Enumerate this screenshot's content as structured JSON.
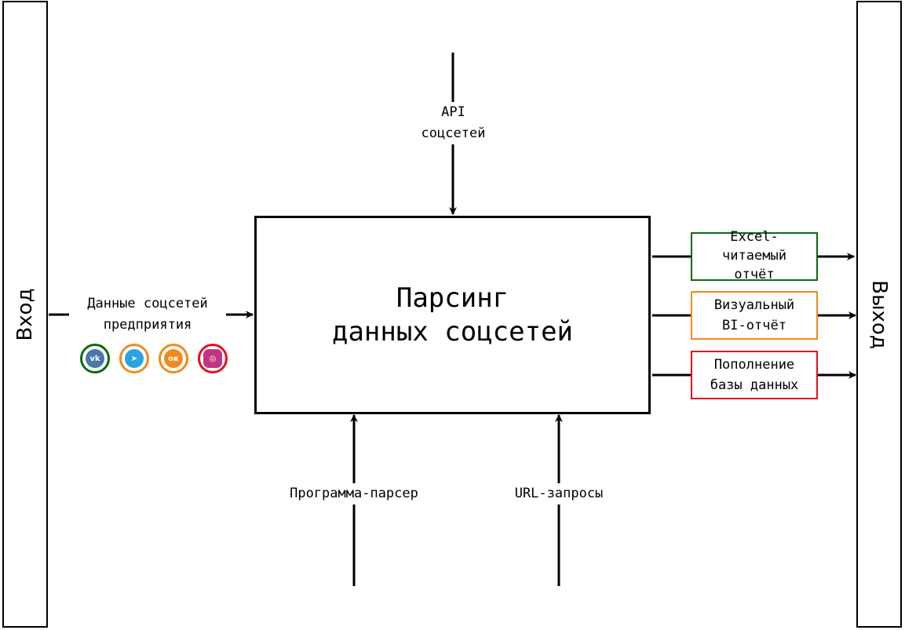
{
  "input_bar": {
    "label": "Вход"
  },
  "output_bar": {
    "label": "Выход"
  },
  "process": {
    "title_line1": "Парсинг",
    "title_line2": "данных соцсетей"
  },
  "control_top": {
    "line1": "API",
    "line2": "соцсетей"
  },
  "input_data": {
    "line1": "Данные соцсетей",
    "line2": "предприятия"
  },
  "mechanisms": [
    {
      "label": "Программа-парсер"
    },
    {
      "label": "URL-запросы"
    }
  ],
  "social_icons": [
    {
      "icon": "vk-icon",
      "ring_color": "#0b6b0b",
      "fill_color": "#4a76a8",
      "glyph": "vk"
    },
    {
      "icon": "telegram-icon",
      "ring_color": "#f08a1c",
      "fill_color": "#2aa3de",
      "glyph": "➤"
    },
    {
      "icon": "odnoklassniki-icon",
      "ring_color": "#f08a1c",
      "fill_color": "#f08a1c",
      "glyph": "ок"
    },
    {
      "icon": "instagram-icon",
      "ring_color": "#e3101a",
      "fill_color": "#c13584",
      "glyph": "◎"
    }
  ],
  "outputs": [
    {
      "line1": "Excel-",
      "line2": "читаемый",
      "line3": "отчёт",
      "border_color": "#0b6b0b"
    },
    {
      "line1": "Визуальный",
      "line2": "BI-отчёт",
      "border_color": "#f08a1c"
    },
    {
      "line1": "Пополнение",
      "line2": "базы данных",
      "border_color": "#e3101a"
    }
  ]
}
